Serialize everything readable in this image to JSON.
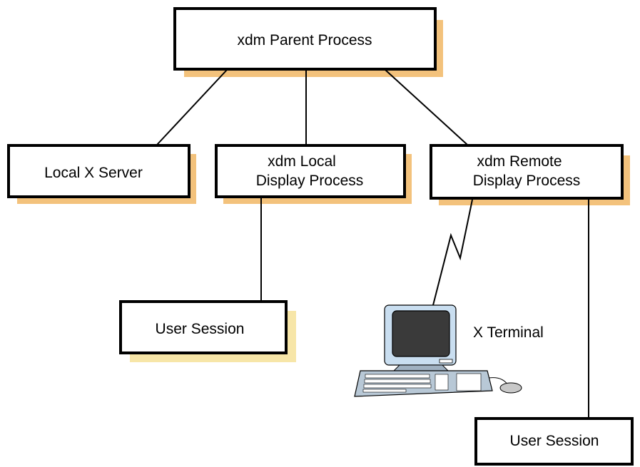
{
  "nodes": {
    "parent": {
      "lines": [
        "xdm Parent Process"
      ]
    },
    "local_server": {
      "lines": [
        "Local X Server"
      ]
    },
    "local_display": {
      "lines": [
        "xdm Local",
        "Display Process"
      ]
    },
    "remote_display": {
      "lines": [
        "xdm Remote",
        "Display Process"
      ]
    },
    "local_session": {
      "lines": [
        "User Session"
      ]
    },
    "remote_session": {
      "lines": [
        "User Session"
      ]
    }
  },
  "x_terminal": {
    "label": "X Terminal",
    "icon": "computer-terminal-icon"
  },
  "colors": {
    "shadow_orange": "#f3c27c",
    "shadow_yellow": "#f7e6a8",
    "border": "#000000"
  }
}
